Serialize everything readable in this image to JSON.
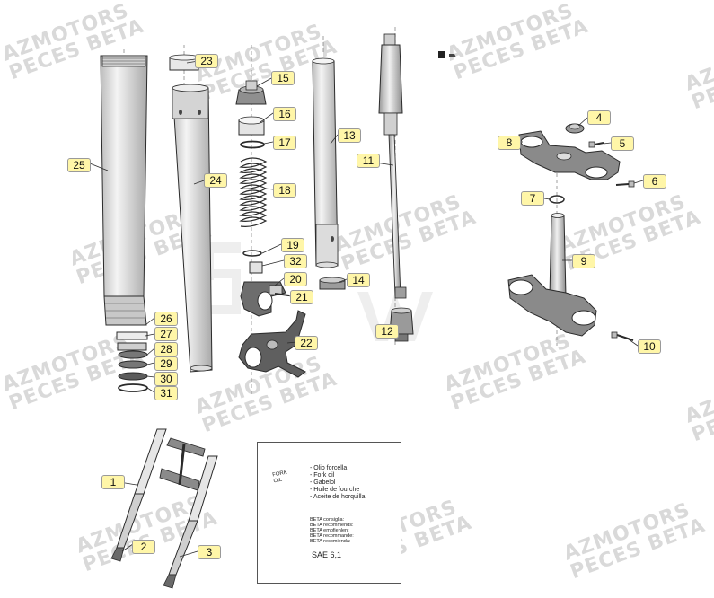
{
  "watermark": {
    "line1": "AZMOTORS",
    "line2": "PECES BETA"
  },
  "callouts": {
    "c1": "1",
    "c2": "2",
    "c3": "3",
    "c4": "4",
    "c5": "5",
    "c6": "6",
    "c7": "7",
    "c8": "8",
    "c9": "9",
    "c10": "10",
    "c11": "11",
    "c12": "12",
    "c13": "13",
    "c14": "14",
    "c15": "15",
    "c16": "16",
    "c17": "17",
    "c18": "18",
    "c19": "19",
    "c20": "20",
    "c21": "21",
    "c22": "22",
    "c23": "23",
    "c24": "24",
    "c25": "25",
    "c26": "26",
    "c27": "27",
    "c28": "28",
    "c29": "29",
    "c30": "30",
    "c31": "31",
    "c32": "32"
  },
  "oil_box": {
    "can_label": "FORK\nOIL",
    "names": [
      "- Olio forcella",
      "- Fork oil",
      "- Gabelol",
      "- Huile de fourche",
      "- Aceite de horquilla"
    ],
    "recommend": [
      "BETA consiglia:",
      "BETA recommends:",
      "BETA empfiehlen:",
      "BETA recommande:",
      "BETA recomienda:"
    ],
    "grade": "SAE 6,1"
  },
  "colors": {
    "line": "#2b2b2b",
    "part_fill": "#e6e6e6",
    "tag_fill": "#fff6a8",
    "watermark": "#d9d9d9"
  }
}
